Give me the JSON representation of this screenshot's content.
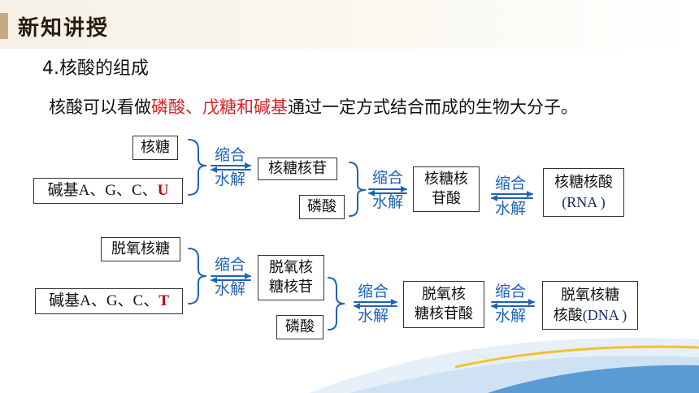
{
  "header": {
    "title": "新知讲授"
  },
  "section": {
    "title": "4.核酸的组成"
  },
  "intro": {
    "prefix": "核酸可以看做",
    "highlight": "磷酸、戊糖和碱基",
    "suffix": "通过一定方式结合而成的生物大分子。"
  },
  "rna": {
    "sugar": "核糖",
    "base_prefix": "碱基A、G、C、",
    "base_special": "U",
    "nucleoside": "核糖核苷",
    "phosphate": "磷酸",
    "nucleotide_line1": "核糖核",
    "nucleotide_line2": "苷酸",
    "acid_line1": "核糖核酸",
    "acid_line2": "(RNA )"
  },
  "dna": {
    "sugar": "脱氧核糖",
    "base_prefix": "碱基A、G、C、",
    "base_special": "T",
    "nucleoside_line1": "脱氧核",
    "nucleoside_line2": "糖核苷",
    "phosphate": "磷酸",
    "nucleotide_line1": "脱氧核",
    "nucleotide_line2": "糖核苷酸",
    "acid_line1": "脱氧核糖",
    "acid_line2_prefix": "核酸",
    "acid_line2_latin": "(DNA )"
  },
  "labels": {
    "condense": "缩合",
    "hydrolyze": "水解"
  },
  "colors": {
    "highlight": "#d7202a",
    "arrow": "#1f63b5",
    "header_accent": "#c9a985",
    "wave_light": "#dcebf7",
    "wave_blue": "#2f7fc4",
    "wave_yellow": "#f2c230"
  }
}
